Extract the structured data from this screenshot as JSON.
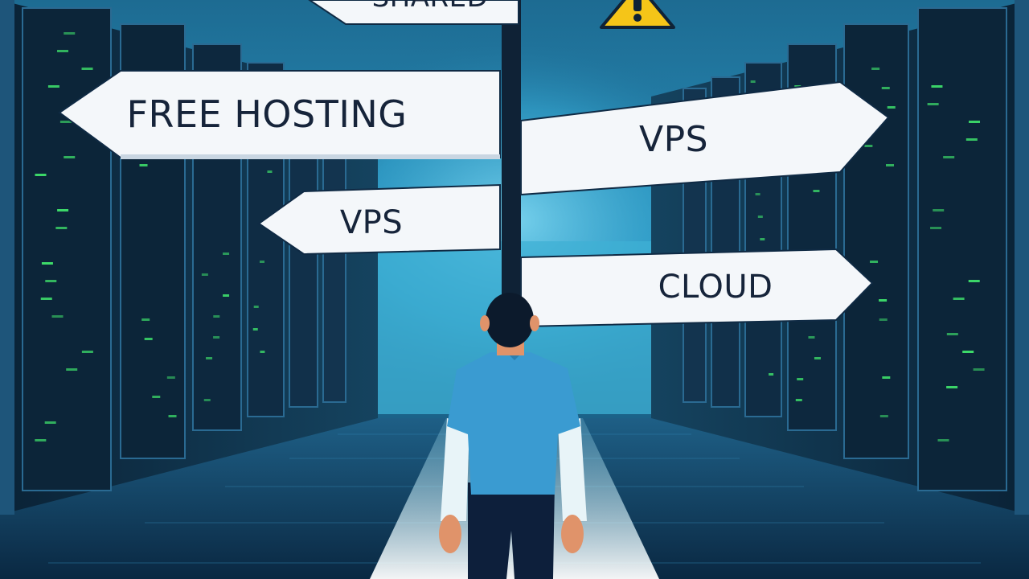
{
  "signs": {
    "shared": "SHARED",
    "free_hosting": "FREE HOSTING",
    "vps_right": "VPS",
    "vps_left": "VPS",
    "cloud": "CLOUD"
  },
  "icons": {
    "warning": "warning-icon"
  },
  "colors": {
    "background": "#0b2d4a",
    "corridor_light": "#3fb3d6",
    "rack_dark": "#0d2a40",
    "rack_led": "#3ddc6a",
    "sign_face": "#f4f7fa",
    "sign_text": "#16243a",
    "post": "#0f2236",
    "warning_yellow": "#f5c518",
    "shirt": "#3a9bd1",
    "pants": "#0d1f3b",
    "skin": "#e0936a",
    "hair": "#0c1a2c"
  }
}
